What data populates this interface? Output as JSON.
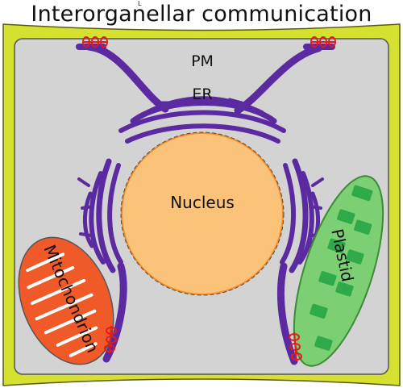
{
  "title": "Interorganellar communication",
  "marker": "L",
  "labels": {
    "pm": "PM",
    "er": "ER",
    "nucleus": "Nucleus",
    "mitochondrion": "Mitochondrion",
    "plastid": "Plastid"
  },
  "colors": {
    "cell_wall": "#d6e030",
    "cytoplasm": "#d3d3d3",
    "er": "#5b2aa0",
    "nucleus": "#fbc37a",
    "nucleus_outline": "#f08a2a",
    "mito": "#f05a28",
    "plastid": "#7ccf73",
    "contact_sites": "#e21b1b"
  }
}
